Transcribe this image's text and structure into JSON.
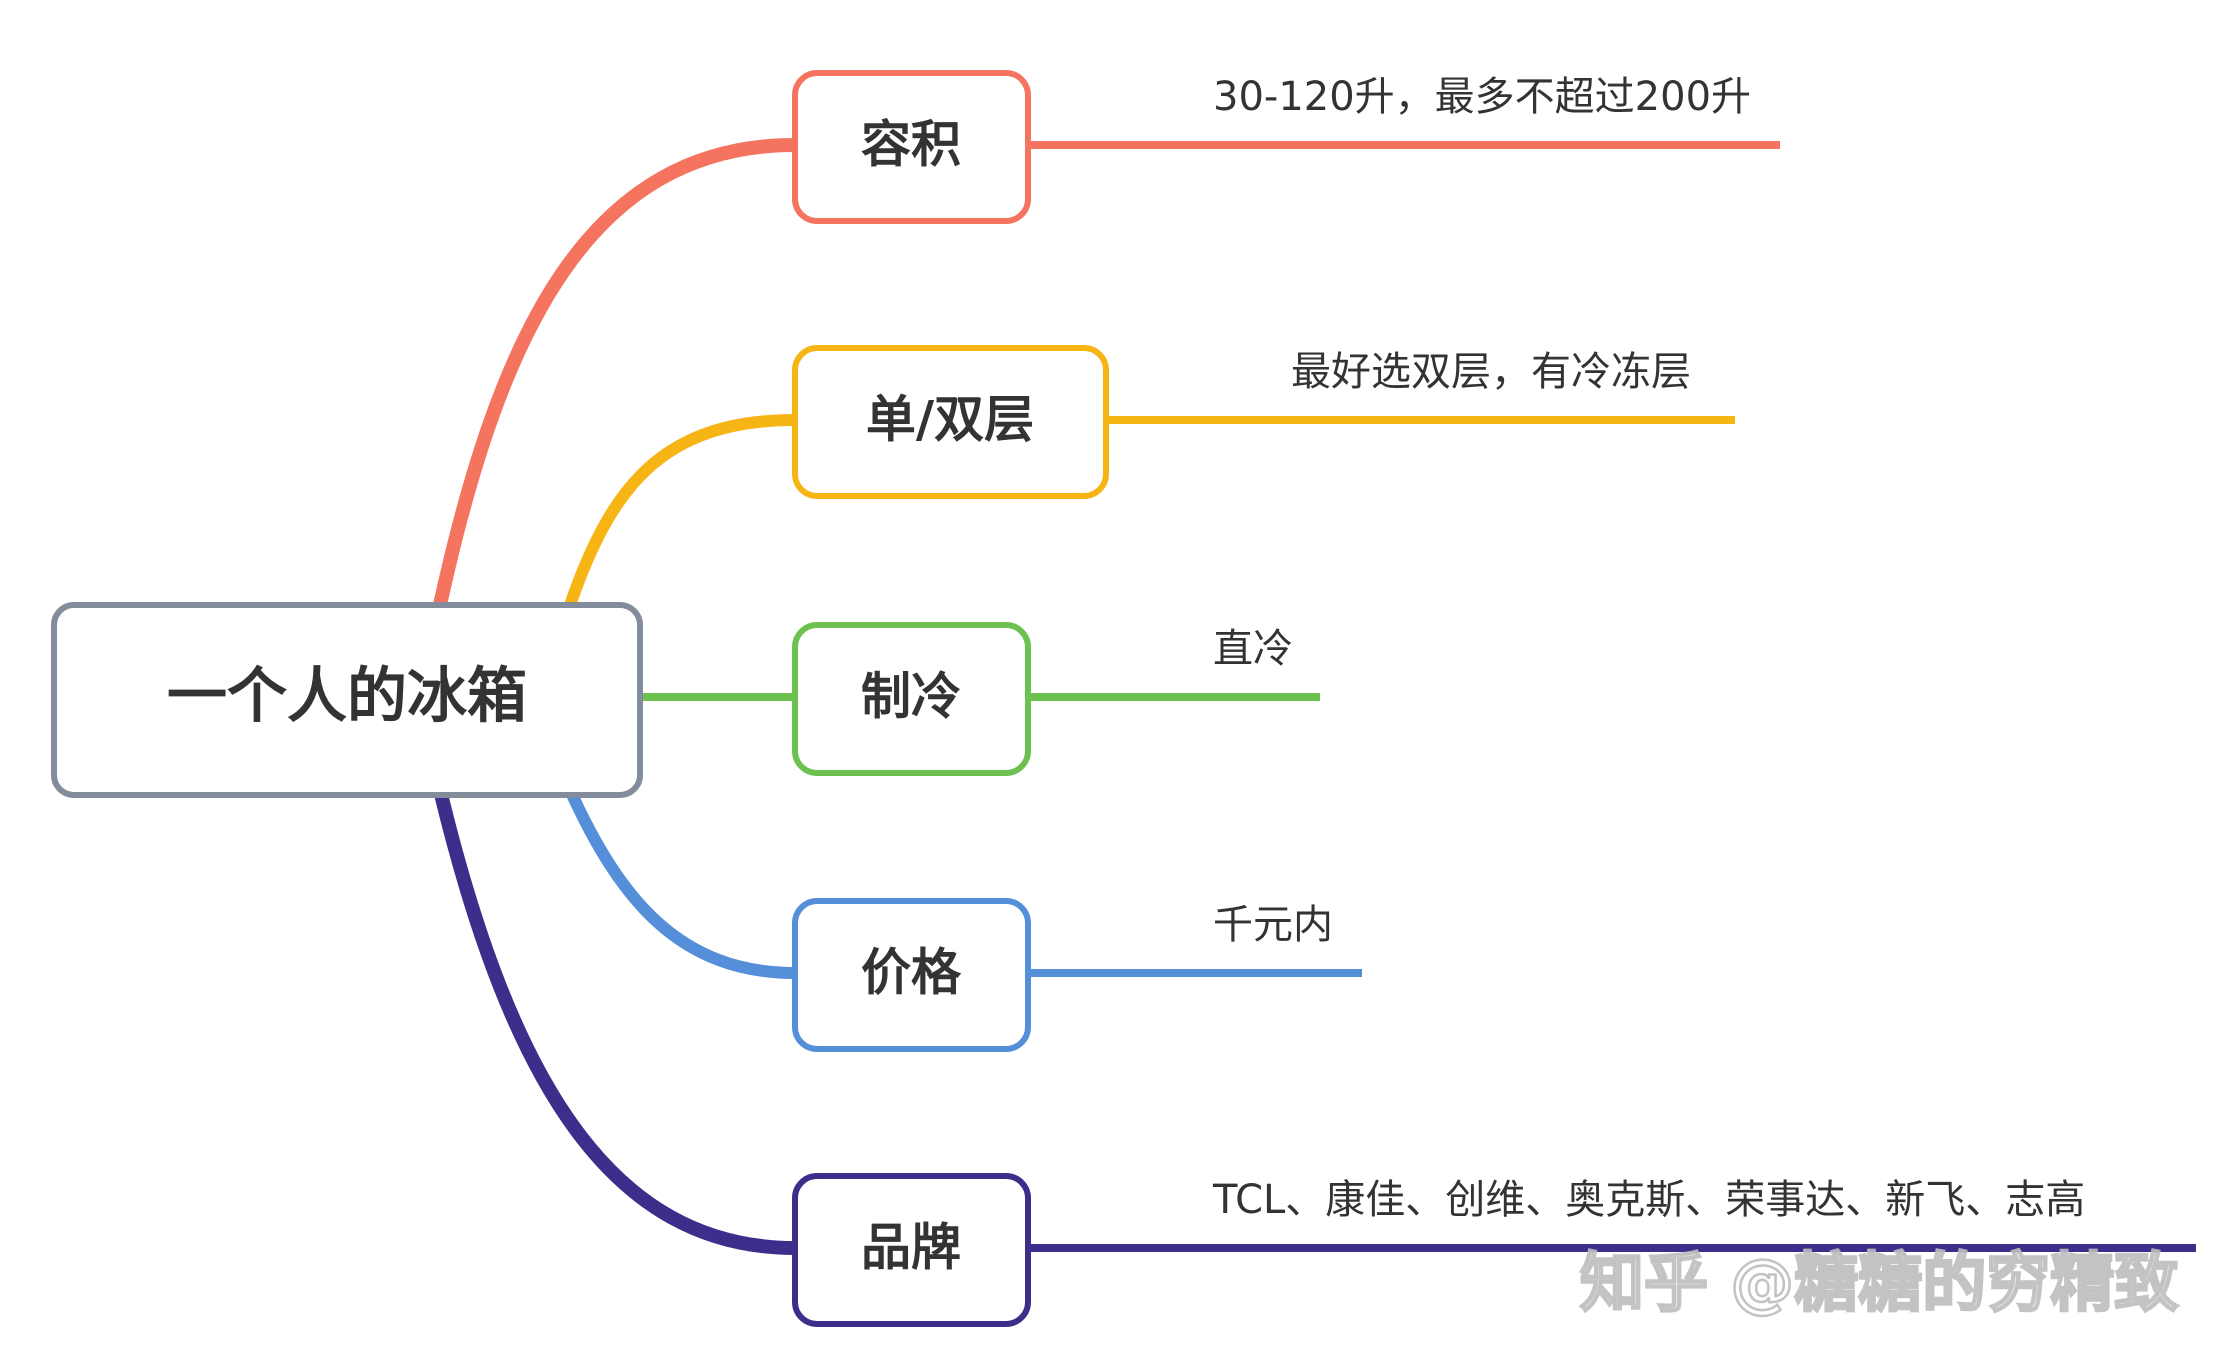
{
  "root": {
    "label": "一个人的冰箱",
    "border_color": "#828C9A"
  },
  "branches": [
    {
      "id": "capacity",
      "label": "容积",
      "color": "#F47460",
      "detail": "30-120升，最多不超过200升"
    },
    {
      "id": "layers",
      "label": "单/双层",
      "color": "#F6B514",
      "detail": "最好选双层，有冷冻层"
    },
    {
      "id": "cooling",
      "label": "制冷",
      "color": "#6DC151",
      "detail": "直冷"
    },
    {
      "id": "price",
      "label": "价格",
      "color": "#558FD9",
      "detail": "千元内"
    },
    {
      "id": "brand",
      "label": "品牌",
      "color": "#3C2F8C",
      "detail": "TCL、康佳、创维、奥克斯、荣事达、新飞、志高"
    }
  ],
  "watermark": "知乎 @糖糖的穷精致"
}
